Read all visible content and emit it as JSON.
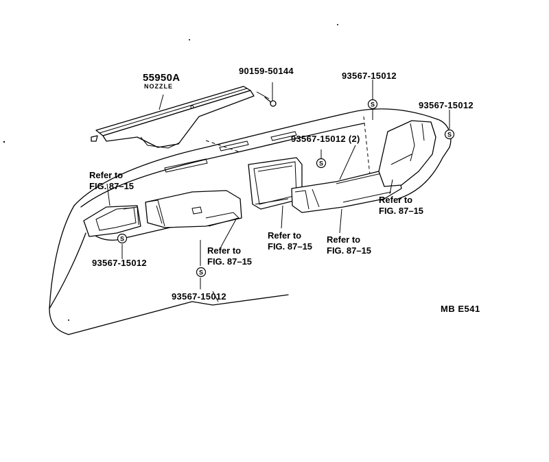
{
  "diagram": {
    "code": "MB E541",
    "parts": [
      {
        "number": "55950A",
        "name": "NOZZLE"
      },
      {
        "number": "90159-50144"
      },
      {
        "number": "93567-15012",
        "qty": "(2)"
      }
    ],
    "part_labels": {
      "nozzle_number": "55950A",
      "nozzle_name": "NOZZLE",
      "screw": "90159-50144",
      "clip_top": "93567-15012",
      "clip_right": "93567-15012",
      "clip_mid": "93567-15012 (2)",
      "clip_left": "93567-15012",
      "clip_bottom": "93567-15012"
    },
    "clip_symbol": "S",
    "refer_line1": "Refer to",
    "refer_line2": "FIG. 87–15"
  }
}
